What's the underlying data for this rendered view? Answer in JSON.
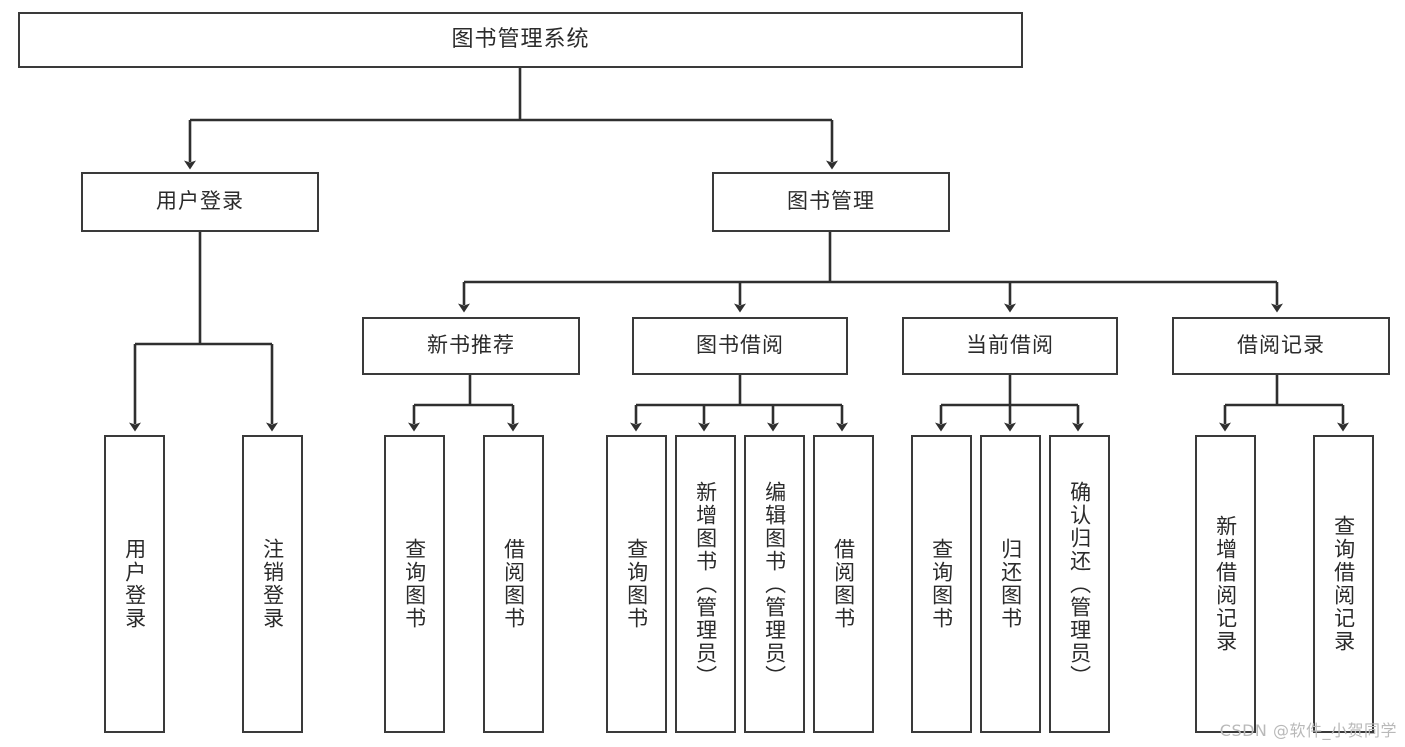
{
  "diagram": {
    "title": "图书管理系统",
    "type": "tree-hierarchy-chart",
    "root": {
      "label": "图书管理系统"
    },
    "level2": [
      {
        "label": "用户登录"
      },
      {
        "label": "图书管理"
      }
    ],
    "level3": [
      {
        "label": "新书推荐"
      },
      {
        "label": "图书借阅"
      },
      {
        "label": "当前借阅"
      },
      {
        "label": "借阅记录"
      }
    ],
    "leaves": {
      "user_login": [
        {
          "label": "用户登录"
        },
        {
          "label": "注销登录"
        }
      ],
      "new_book_recommend": [
        {
          "label": "查询图书"
        },
        {
          "label": "借阅图书"
        }
      ],
      "book_borrow": [
        {
          "label": "查询图书"
        },
        {
          "label": "新增图书（管理员）"
        },
        {
          "label": "编辑图书（管理员）"
        },
        {
          "label": "借阅图书"
        }
      ],
      "current_borrow": [
        {
          "label": "查询图书"
        },
        {
          "label": "归还图书"
        },
        {
          "label": "确认归还（管理员）"
        }
      ],
      "borrow_record": [
        {
          "label": "新增借阅记录"
        },
        {
          "label": "查询借阅记录"
        }
      ]
    }
  },
  "watermark": {
    "text": "CSDN @软件_小贺同学"
  },
  "colors": {
    "box_border": "#3a3a3a",
    "box_fill": "#ffffff",
    "line": "#2f2f2f",
    "text": "#2b2b2b",
    "watermark": "#b9b9b9",
    "background": "#ffffff"
  }
}
